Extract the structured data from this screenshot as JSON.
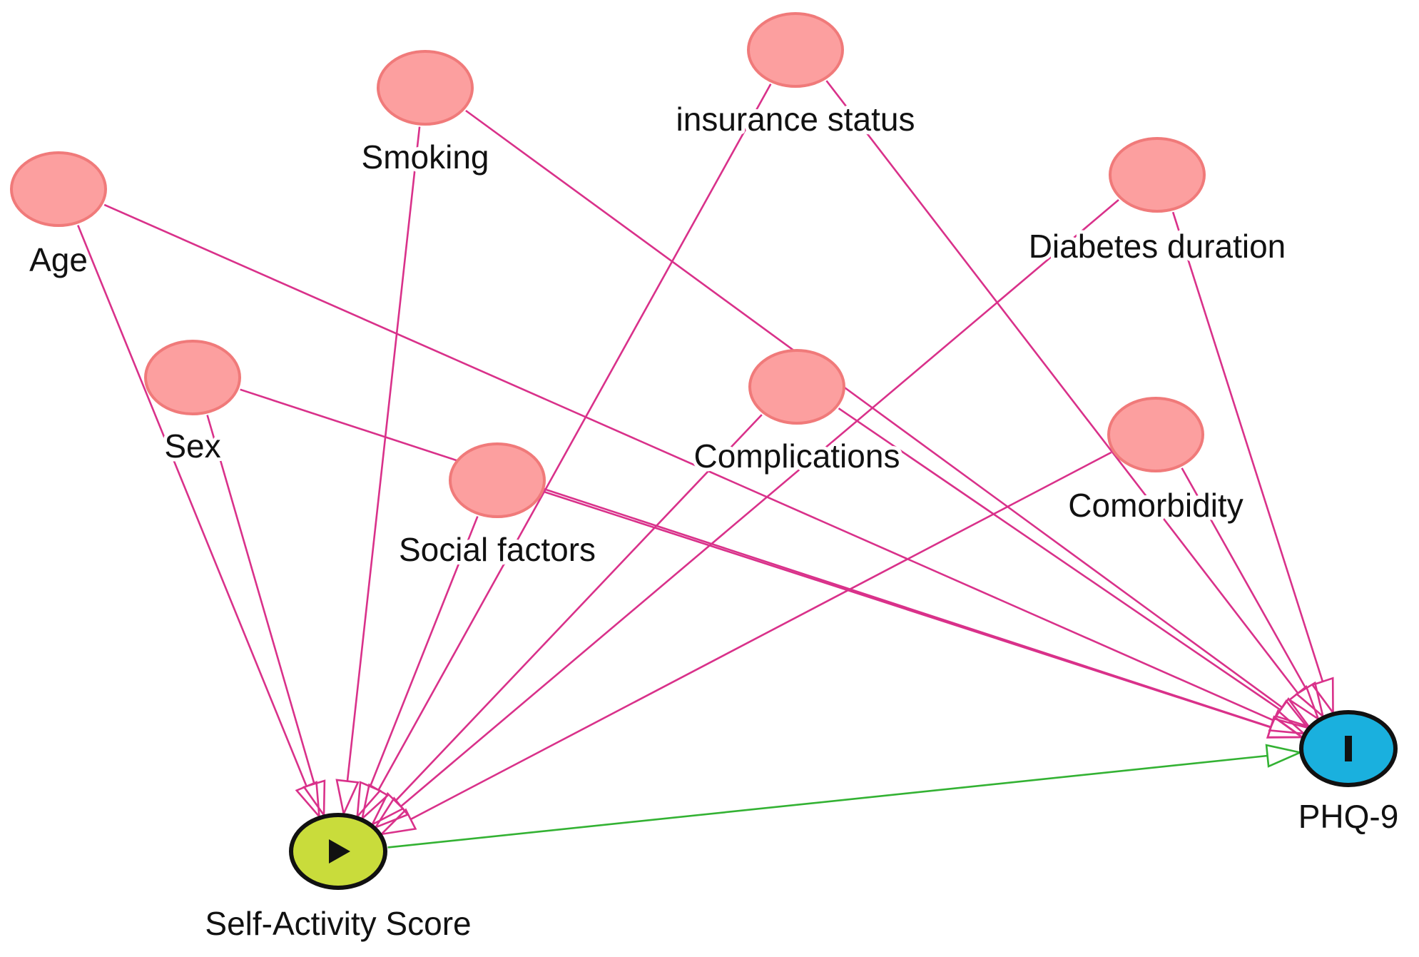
{
  "colors": {
    "covariate_fill": "#fc9f9f",
    "covariate_stroke": "#f07a7a",
    "edge_covariate": "#d9318a",
    "edge_causal": "#33b233",
    "exposure_fill": "#c9dc3b",
    "outcome_fill": "#1ab0de",
    "node_outline": "#111111"
  },
  "nodes": [
    {
      "id": "insurance",
      "label": "insurance status",
      "role": "covariate"
    },
    {
      "id": "smoking",
      "label": "Smoking",
      "role": "covariate"
    },
    {
      "id": "age",
      "label": "Age",
      "role": "covariate"
    },
    {
      "id": "diabetes",
      "label": "Diabetes duration",
      "role": "covariate"
    },
    {
      "id": "sex",
      "label": "Sex",
      "role": "covariate"
    },
    {
      "id": "complications",
      "label": "Complications",
      "role": "covariate"
    },
    {
      "id": "social",
      "label": "Social factors",
      "role": "covariate"
    },
    {
      "id": "comorbidity",
      "label": "Comorbidity",
      "role": "covariate"
    },
    {
      "id": "exposure",
      "label": "Self-Activity Score",
      "role": "exposure",
      "icon": "play-icon"
    },
    {
      "id": "outcome",
      "label": "PHQ-9",
      "role": "outcome",
      "icon": "bar-icon"
    }
  ],
  "edges": [
    {
      "from": "insurance",
      "to": "exposure"
    },
    {
      "from": "insurance",
      "to": "outcome"
    },
    {
      "from": "smoking",
      "to": "exposure"
    },
    {
      "from": "smoking",
      "to": "outcome"
    },
    {
      "from": "age",
      "to": "exposure"
    },
    {
      "from": "age",
      "to": "outcome"
    },
    {
      "from": "diabetes",
      "to": "exposure"
    },
    {
      "from": "diabetes",
      "to": "outcome"
    },
    {
      "from": "sex",
      "to": "exposure"
    },
    {
      "from": "sex",
      "to": "outcome"
    },
    {
      "from": "complications",
      "to": "exposure"
    },
    {
      "from": "complications",
      "to": "outcome"
    },
    {
      "from": "social",
      "to": "exposure"
    },
    {
      "from": "social",
      "to": "outcome"
    },
    {
      "from": "comorbidity",
      "to": "exposure"
    },
    {
      "from": "comorbidity",
      "to": "outcome"
    },
    {
      "from": "exposure",
      "to": "outcome",
      "causal": true
    }
  ]
}
